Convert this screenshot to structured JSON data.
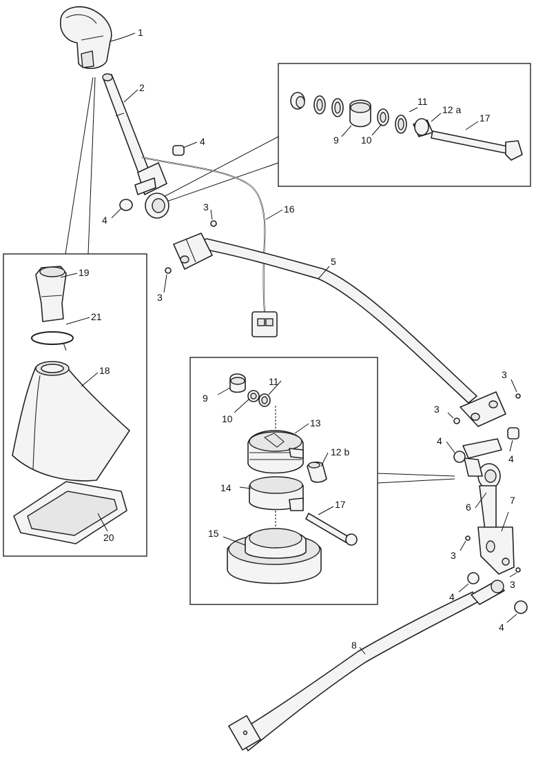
{
  "callouts": {
    "c1": "1",
    "c2": "2",
    "c3a": "3",
    "c3b": "3",
    "c3c": "3",
    "c3d": "3",
    "c3e": "3",
    "c3f": "3",
    "c4a": "4",
    "c4b": "4",
    "c4c": "4",
    "c4d": "4",
    "c4e": "4",
    "c4f": "4",
    "c5": "5",
    "c6": "6",
    "c7": "7",
    "c8": "8",
    "c9a": "9",
    "c9b": "9",
    "c10a": "10",
    "c10b": "10",
    "c11a": "11",
    "c11b": "11",
    "c12a": "12 a",
    "c12b": "12 b",
    "c13": "13",
    "c14": "14",
    "c15": "15",
    "c16": "16",
    "c17a": "17",
    "c17b": "17",
    "c18": "18",
    "c19": "19",
    "c20": "20",
    "c21": "21"
  }
}
